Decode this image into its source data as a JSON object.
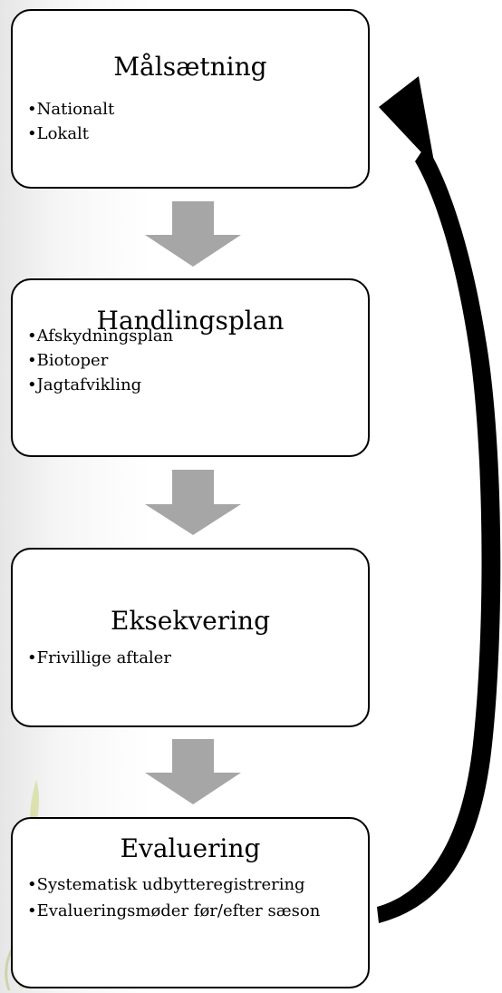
{
  "diagram": {
    "stages": [
      {
        "title": "Målsætning",
        "bullets": [
          "Nationalt",
          "Lokalt"
        ]
      },
      {
        "title": "Handlingsplan",
        "bullets": [
          "Afskydningsplan",
          "Biotoper",
          "Jagtafvikling"
        ]
      },
      {
        "title": "Eksekvering",
        "bullets": [
          "Frivillige aftaler"
        ]
      },
      {
        "title": "Evaluering",
        "bullets": [
          "Systematisk udbytteregistrering",
          "Evalueringsmøder før/efter sæson"
        ]
      }
    ],
    "colors": {
      "box_border": "#000000",
      "box_fill": "#ffffff",
      "down_arrow": "#a6a6a6",
      "feedback_arrow": "#000000",
      "background_gradient": "#eeeeee"
    },
    "icons": [
      "down-arrow-icon",
      "feedback-arrow-icon"
    ]
  }
}
